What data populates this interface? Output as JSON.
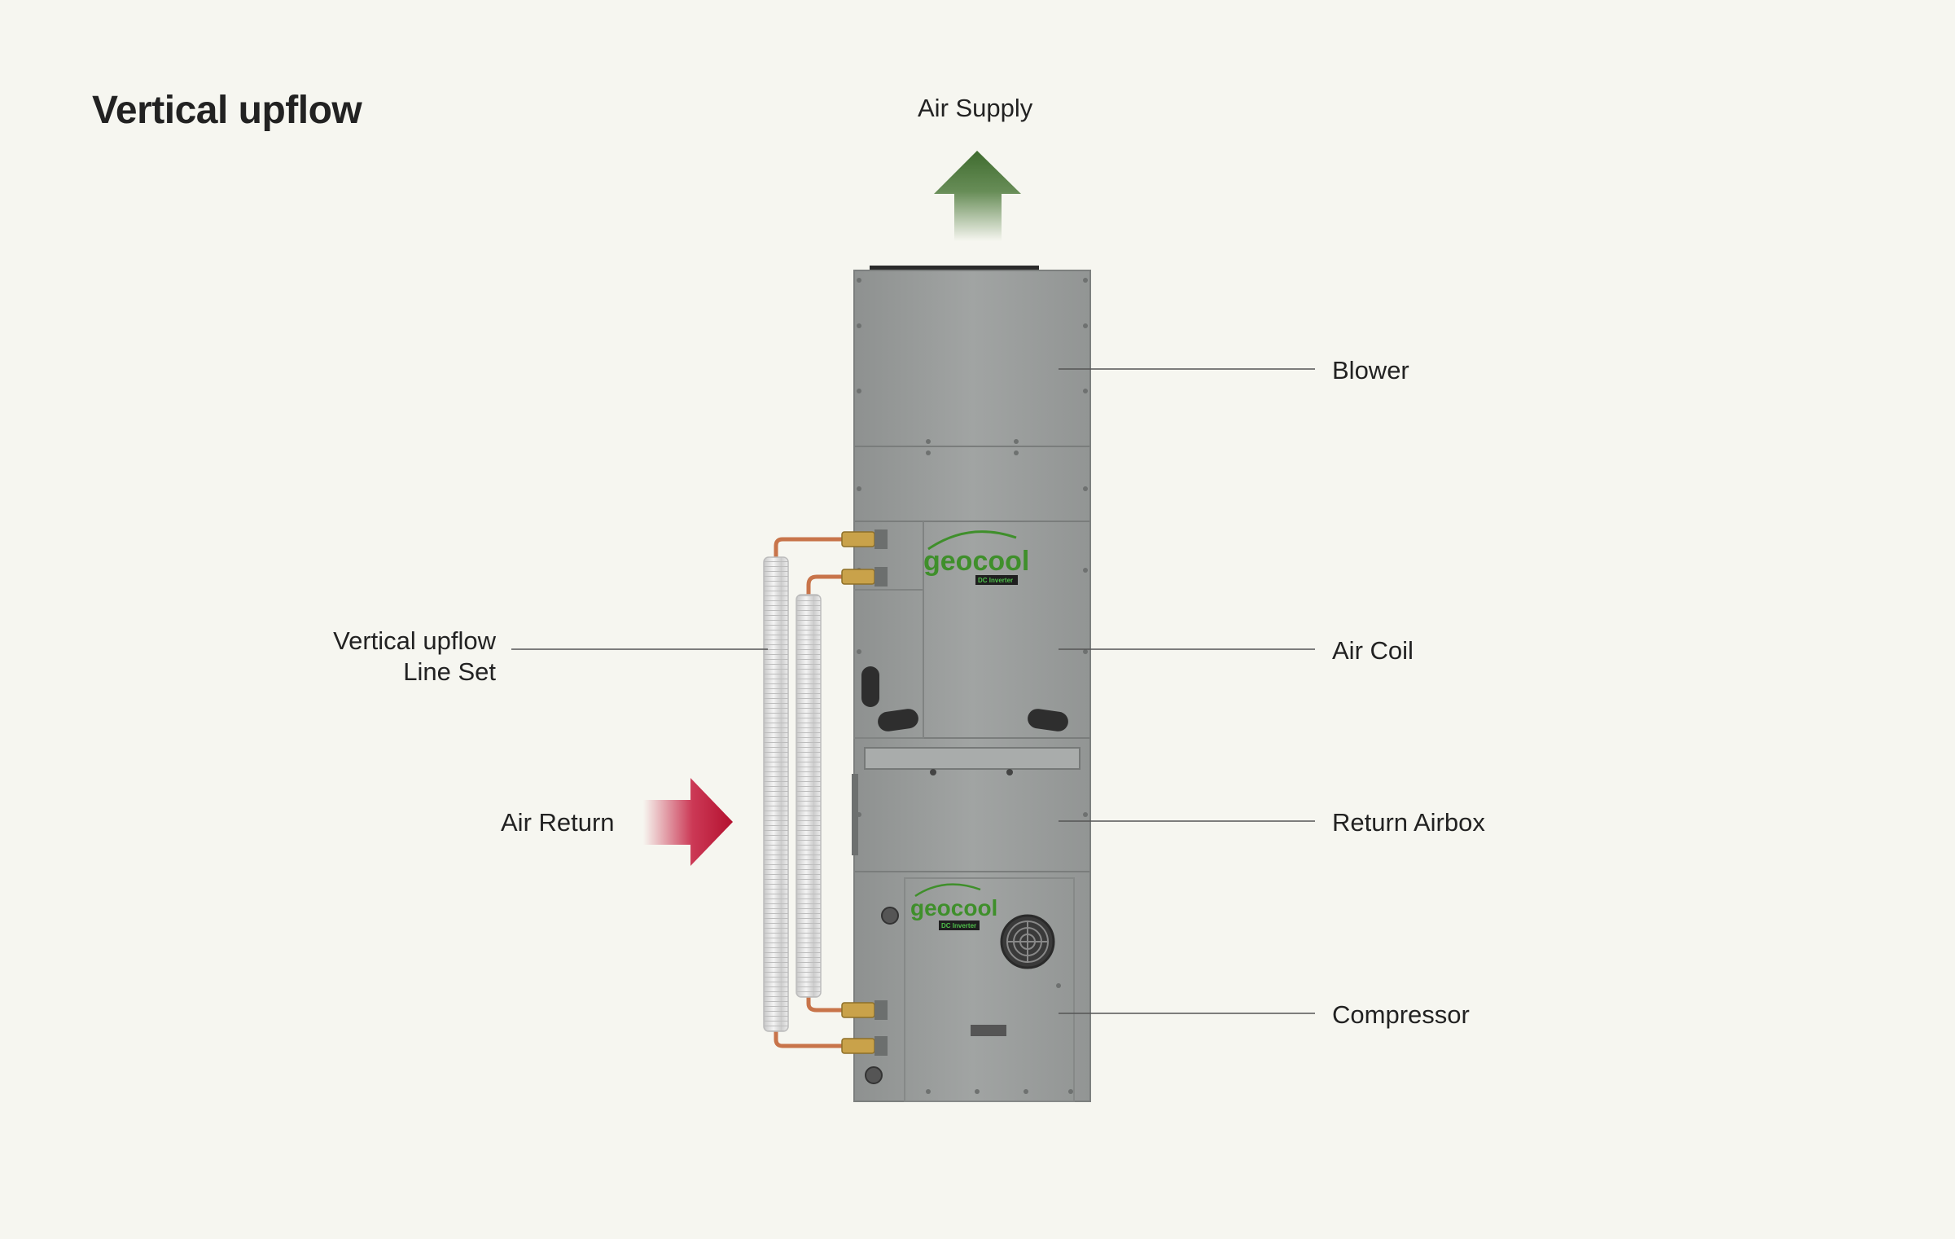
{
  "title": "Vertical upflow",
  "labels": {
    "air_supply": "Air Supply",
    "blower": "Blower",
    "air_coil": "Air Coil",
    "return_airbox": "Return Airbox",
    "compressor": "Compressor",
    "line_set_line1": "Vertical upflow",
    "line_set_line2": "Line Set",
    "air_return": "Air Return"
  },
  "brand": {
    "logo_text": "geocool",
    "badge_text": "DC Inverter"
  },
  "icons": {
    "air_supply_arrow": "arrow-up-icon",
    "air_return_arrow": "arrow-right-icon",
    "exhaust_fan": "fan-icon"
  },
  "colors": {
    "background": "#f6f6f0",
    "cabinet": "#9a9d9c",
    "cabinet_dark": "#7f8281",
    "supply_arrow": "#4e7a3c",
    "return_arrow": "#c4173a",
    "leader_line": "#555555",
    "logo_green": "#3f8f2b",
    "copper": "#c8744a",
    "brass": "#c9a24a"
  }
}
